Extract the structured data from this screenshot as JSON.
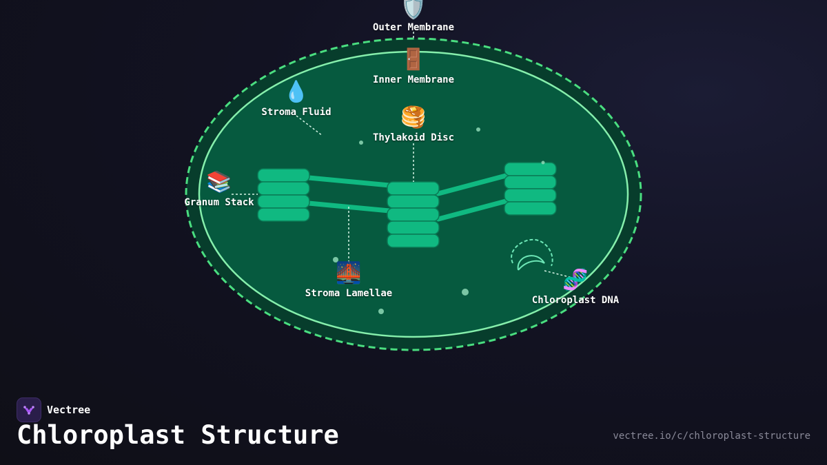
{
  "diagram": {
    "labels": {
      "outer_membrane": "Outer Membrane",
      "inner_membrane": "Inner Membrane",
      "stroma_fluid": "Stroma Fluid",
      "thylakoid_disc": "Thylakoid Disc",
      "granum_stack": "Granum Stack",
      "stroma_lamellae": "Stroma Lamellae",
      "chloroplast_dna": "Chloroplast DNA"
    },
    "icons": {
      "outer_membrane": "shield-icon",
      "inner_membrane": "door-icon",
      "stroma_fluid": "droplet-icon",
      "thylakoid_disc": "pancakes-icon",
      "granum_stack": "books-icon",
      "stroma_lamellae": "bridge-icon",
      "chloroplast_dna": "dna-icon"
    },
    "colors": {
      "outer_membrane": "#4ade80",
      "inner_membrane": "#86efac",
      "stroma": "#065a3f",
      "thylakoid": "#10b981",
      "thylakoid_border": "#0e8a60"
    }
  },
  "branding": {
    "name": "Vectree",
    "title": "Chloroplast Structure",
    "url": "vectree.io/c/chloroplast-structure"
  }
}
